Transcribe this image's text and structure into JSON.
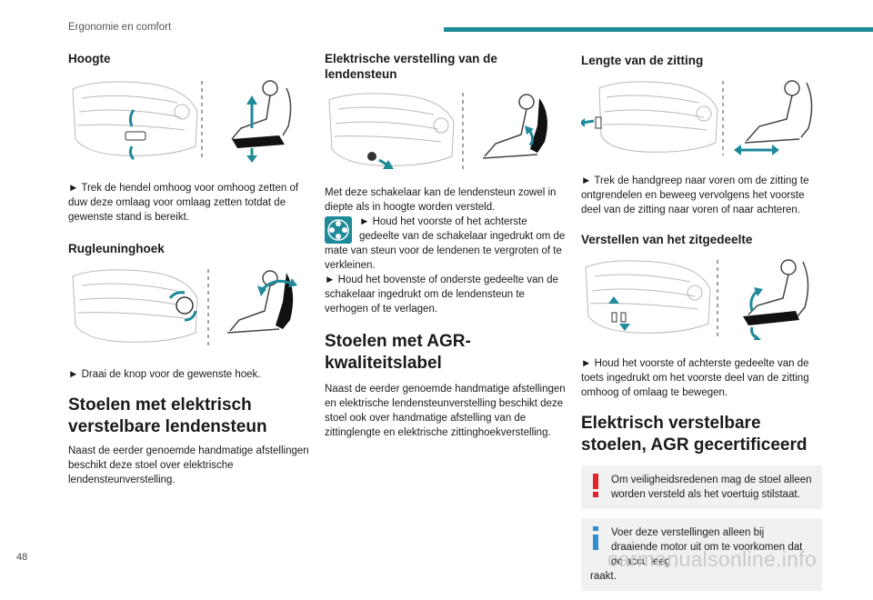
{
  "header": {
    "section_title": "Ergonomie en comfort",
    "page_number": "48"
  },
  "watermark": "carmanualsonline.info",
  "colors": {
    "accent": "#1f8a99",
    "warning": "#e3242b",
    "info": "#2f8fd0",
    "figure_stroke": "#b8b8b8"
  },
  "col1": {
    "h_height": "Hoogte",
    "p_height": "► Trek de hendel omhoog voor omhoog zetten of duw deze omlaag voor omlaag zetten totdat de gewenste stand is bereikt.",
    "h_backrest": "Rugleuninghoek",
    "p_backrest": "► Draai de knop voor de gewenste hoek.",
    "h2_lumbar": "Stoelen met elektrisch verstelbare lendensteun",
    "p_lumbar": "Naast de eerder genoemde handmatige afstellingen beschikt deze stoel over elektrische lendensteunverstelling."
  },
  "col2": {
    "h_elec": "Elektrische verstelling van de lendensteun",
    "p_elec1": "Met deze schakelaar kan de lendensteun zowel in diepte als in hoogte worden versteld.",
    "p_elec2a": "► Houd het voorste of het achterste",
    "p_elec2b": "gedeelte van de schakelaar ingedrukt om de mate van steun voor de lendenen te vergroten of te verkleinen.",
    "p_elec3": "► Houd het bovenste of onderste gedeelte van de schakelaar ingedrukt om de lendensteun te verhogen of te verlagen.",
    "h2_agr": "Stoelen met AGR-kwaliteitslabel",
    "p_agr": "Naast de eerder genoemde handmatige afstellingen en elektrische lendensteunverstelling beschikt deze stoel ook over handmatige afstelling van de zittinglengte en elektrische zittinghoekverstelling."
  },
  "col3": {
    "h_length": "Lengte van de zitting",
    "p_length": "► Trek de handgreep naar voren om de zitting te ontgrendelen en beweeg vervolgens het voorste deel van de zitting naar voren of naar achteren.",
    "h_tilt": "Verstellen van het zitgedeelte",
    "p_tilt": "► Houd het voorste of achterste gedeelte van de toets ingedrukt om het voorste deel van de zitting omhoog of omlaag te bewegen.",
    "h2_agr_elec": "Elektrisch verstelbare stoelen, AGR gecertificeerd",
    "warning_text": "Om veiligheidsredenen mag de stoel alleen worden versteld als het voertuig stilstaat.",
    "info_text_a": "Voer deze verstellingen alleen bij draaiende motor uit om te voorkomen dat de accu leeg",
    "info_text_b": "raakt."
  }
}
